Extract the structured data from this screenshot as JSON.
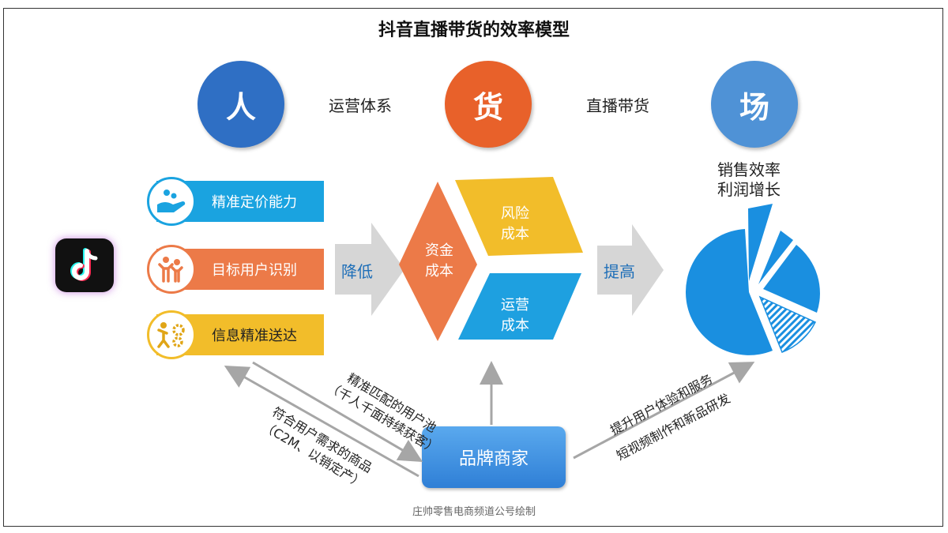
{
  "title": "抖音直播带货的效率模型",
  "pillars": {
    "person": "人",
    "goods": "货",
    "place": "场",
    "link_person_goods": "运营体系",
    "link_goods_place": "直播带货"
  },
  "capabilities": [
    {
      "label": "精准定价能力",
      "icon": "hand-coins-icon"
    },
    {
      "label": "目标用户识别",
      "icon": "people-icon"
    },
    {
      "label": "信息精准送达",
      "icon": "gears-person-icon"
    }
  ],
  "arrows": {
    "reduce": "降低",
    "raise": "提高"
  },
  "costs": {
    "capital": [
      "资金",
      "成本"
    ],
    "risk": [
      "风险",
      "成本"
    ],
    "operation": [
      "运营",
      "成本"
    ]
  },
  "outcome": {
    "line1": "销售效率",
    "line2": "利润增长"
  },
  "brand": "品牌商家",
  "flows": {
    "pool_line1": "精准匹配的用户池",
    "pool_line2": "（千人千面持续获客）",
    "goods_line1": "符合用户需求的商品",
    "goods_line2": "（C2M、以销定产）",
    "service_line1": "提升用户体验和服务",
    "service_line2": "短视频制作和新品研发"
  },
  "footer": "庄帅零售电商频道公号绘制",
  "colors": {
    "blue_circle": "#2f6fc4",
    "orange_circle": "#e8612a",
    "light_blue_circle": "#4f92d6",
    "strip_blue": "#1aa3e0",
    "strip_orange": "#ec7a48",
    "strip_yellow": "#f2bd2a",
    "cost_orange": "#ec7a48",
    "cost_yellow": "#f2bd2a",
    "cost_blue": "#1ea0e0",
    "pie_blue": "#1a8fe0",
    "arrow_grey": "#d6d6d6"
  }
}
